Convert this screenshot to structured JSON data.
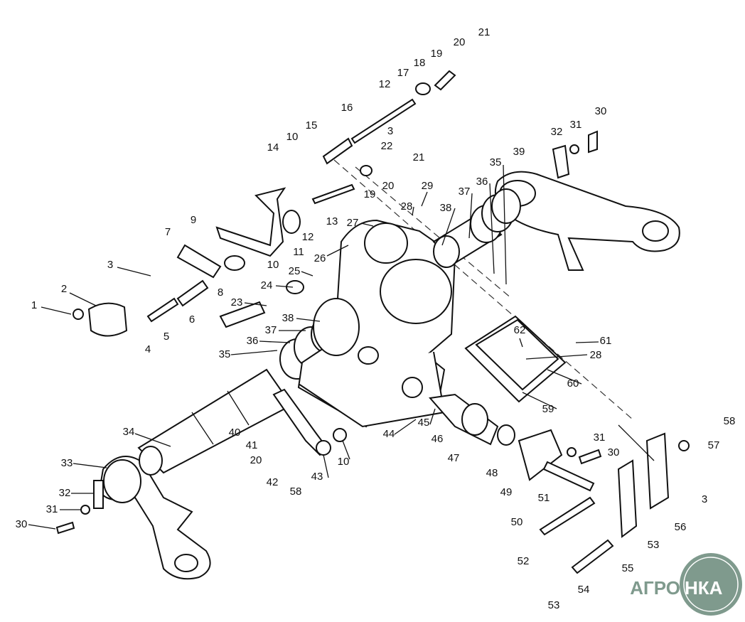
{
  "diagram": {
    "type": "exploded-parts-diagram",
    "labels": [
      "1",
      "2",
      "3",
      "4",
      "5",
      "6",
      "7",
      "8",
      "9",
      "10",
      "11",
      "12",
      "13",
      "14",
      "15",
      "16",
      "17",
      "18",
      "19",
      "20",
      "21",
      "12",
      "3",
      "22",
      "21",
      "19",
      "20",
      "10",
      "29",
      "28",
      "27",
      "26",
      "25",
      "24",
      "23",
      "38",
      "37",
      "36",
      "35",
      "34",
      "33",
      "32",
      "31",
      "30",
      "40",
      "41",
      "20",
      "42",
      "58",
      "43",
      "10",
      "44",
      "45",
      "46",
      "47",
      "48",
      "49",
      "50",
      "51",
      "52",
      "53",
      "54",
      "55",
      "53",
      "56",
      "3",
      "57",
      "58",
      "31",
      "30",
      "60",
      "59",
      "61",
      "28",
      "62",
      "37",
      "38",
      "36",
      "35",
      "39",
      "32",
      "31",
      "30"
    ]
  },
  "logo": {
    "text_left": "АГРО",
    "text_right": "НКА",
    "color": "#7f9a8d"
  }
}
